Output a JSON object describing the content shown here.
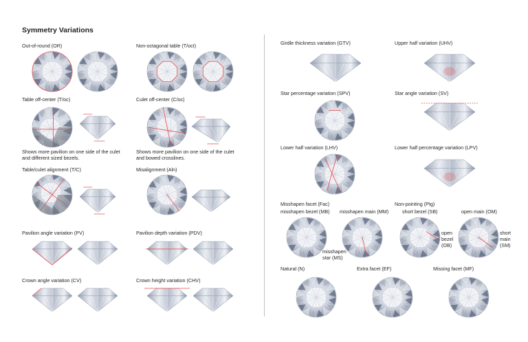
{
  "title": "Symmetry Variations",
  "items": {
    "or": "Out-of-round (OR)",
    "toct": "Non-octagonal table (T/oct)",
    "toc": "Table off-center (T/oc)",
    "coc": "Culet off-center (C/oc)",
    "toc_note": "Shows more pavilion on one side of the culet\nand different sized bezels.",
    "coc_note": "Shows more pavilion on one side of the culet\nand bowed crosslines.",
    "tc": "Table/culet alignment (T/C)",
    "aln": "Misalignment (Aln)",
    "pv": "Pavilion angle variation (PV)",
    "pdv": "Pavilion depth variation (PDV)",
    "cv": "Crown angle variation (CV)",
    "chv": "Crown height variation (CHV)",
    "gtv": "Girdle thickness variation (GTV)",
    "uhv": "Upper half variation (UHV)",
    "spv": "Star percentage variation (SPV)",
    "sv": "Star angle variation (SV)",
    "lhv": "Lower half variation (LHV)",
    "lpv": "Lower half percentage variation (LPV)",
    "fac": "Misshapen facet (Fac)",
    "mb": "misshapen bezel (MB)",
    "mm": "misshapen main (MM)",
    "ms": "misshapen\nstar (MS)",
    "ptg": "Non-pointing (Ptg)",
    "sb": "short bezel (SB)",
    "ob": "open\nbezel\n(OB)",
    "om": "open main (OM)",
    "sm": "short\nmain\n(SM)",
    "n": "Natural (N)",
    "ef": "Extra facet (EF)",
    "mf": "Missing facet (MF)"
  },
  "colors": {
    "red_mark": "#e8474a",
    "facet_light": "#eef0f4",
    "facet_dark": "#6f7a8e"
  }
}
